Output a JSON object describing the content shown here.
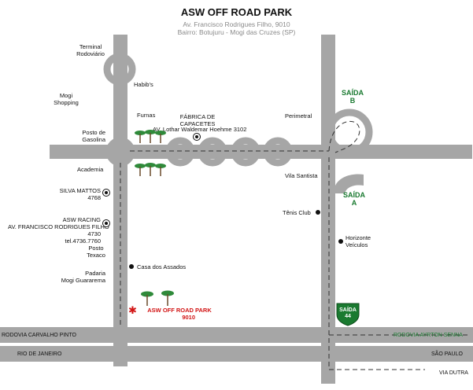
{
  "title": "ASW OFF ROAD PARK",
  "address_line1": "Av. Francisco Rodrigues Filho, 9010",
  "address_line2": "Bairro: Botujuru - Mogi das Cruzes (SP)",
  "colors": {
    "road": "#a6a6a6",
    "green": "#1a7a30",
    "red": "#d21414",
    "background": "#ffffff"
  },
  "places": {
    "terminal": [
      "Terminal",
      "Rodoviário"
    ],
    "habibs": "Habib's",
    "mogi_shopping": [
      "Mogi",
      "Shopping"
    ],
    "furnas": "Furnas",
    "fabrica": [
      "FÁBRICA DE",
      "CAPACETES"
    ],
    "lothar": "AV. Lothar Waldemar Hoehme 3102",
    "perimetral": "Perimetral",
    "posto_gasolina": [
      "Posto de",
      "Gasolina"
    ],
    "academia": "Academia",
    "vila_santista": "Vila Santista",
    "silva_mattos": [
      "SILVA MATTOS",
      "4768"
    ],
    "asw_racing": [
      "ASW RACING",
      "AV. FRANCISCO RODRIGUES FILHO",
      "4730",
      "tel.4736.7760"
    ],
    "tenis_club": "Tênis Club",
    "horizonte": [
      "Horizonte",
      "Veículos"
    ],
    "posto_texaco": [
      "Posto",
      "Texaco"
    ],
    "casa_assados": "Casa dos Assados",
    "padaria": [
      "Padaria",
      "Mogi Guararema"
    ],
    "asw_park": [
      "ASW OFF ROAD PARK",
      "9010"
    ]
  },
  "exits": {
    "b": [
      "SAÍDA",
      "B"
    ],
    "a": [
      "SAÍDA",
      "A"
    ],
    "shield": [
      "SAÍDA",
      "44"
    ]
  },
  "roads": {
    "carvalho_pinto": "RODOVIA CARVALHO PINTO",
    "ayrton_senna": "RODOVIA AYRTON SENNA",
    "rio": "RIO DE JANEIRO",
    "sao_paulo": "SÃO PAULO",
    "via_dutra": "VIA DUTRA"
  },
  "icons": {
    "poi_dot": "black-dot",
    "poi_ring": "ring-dot-icon",
    "park_marker": "red-star-icon",
    "trees": "palm-tree-icon"
  }
}
